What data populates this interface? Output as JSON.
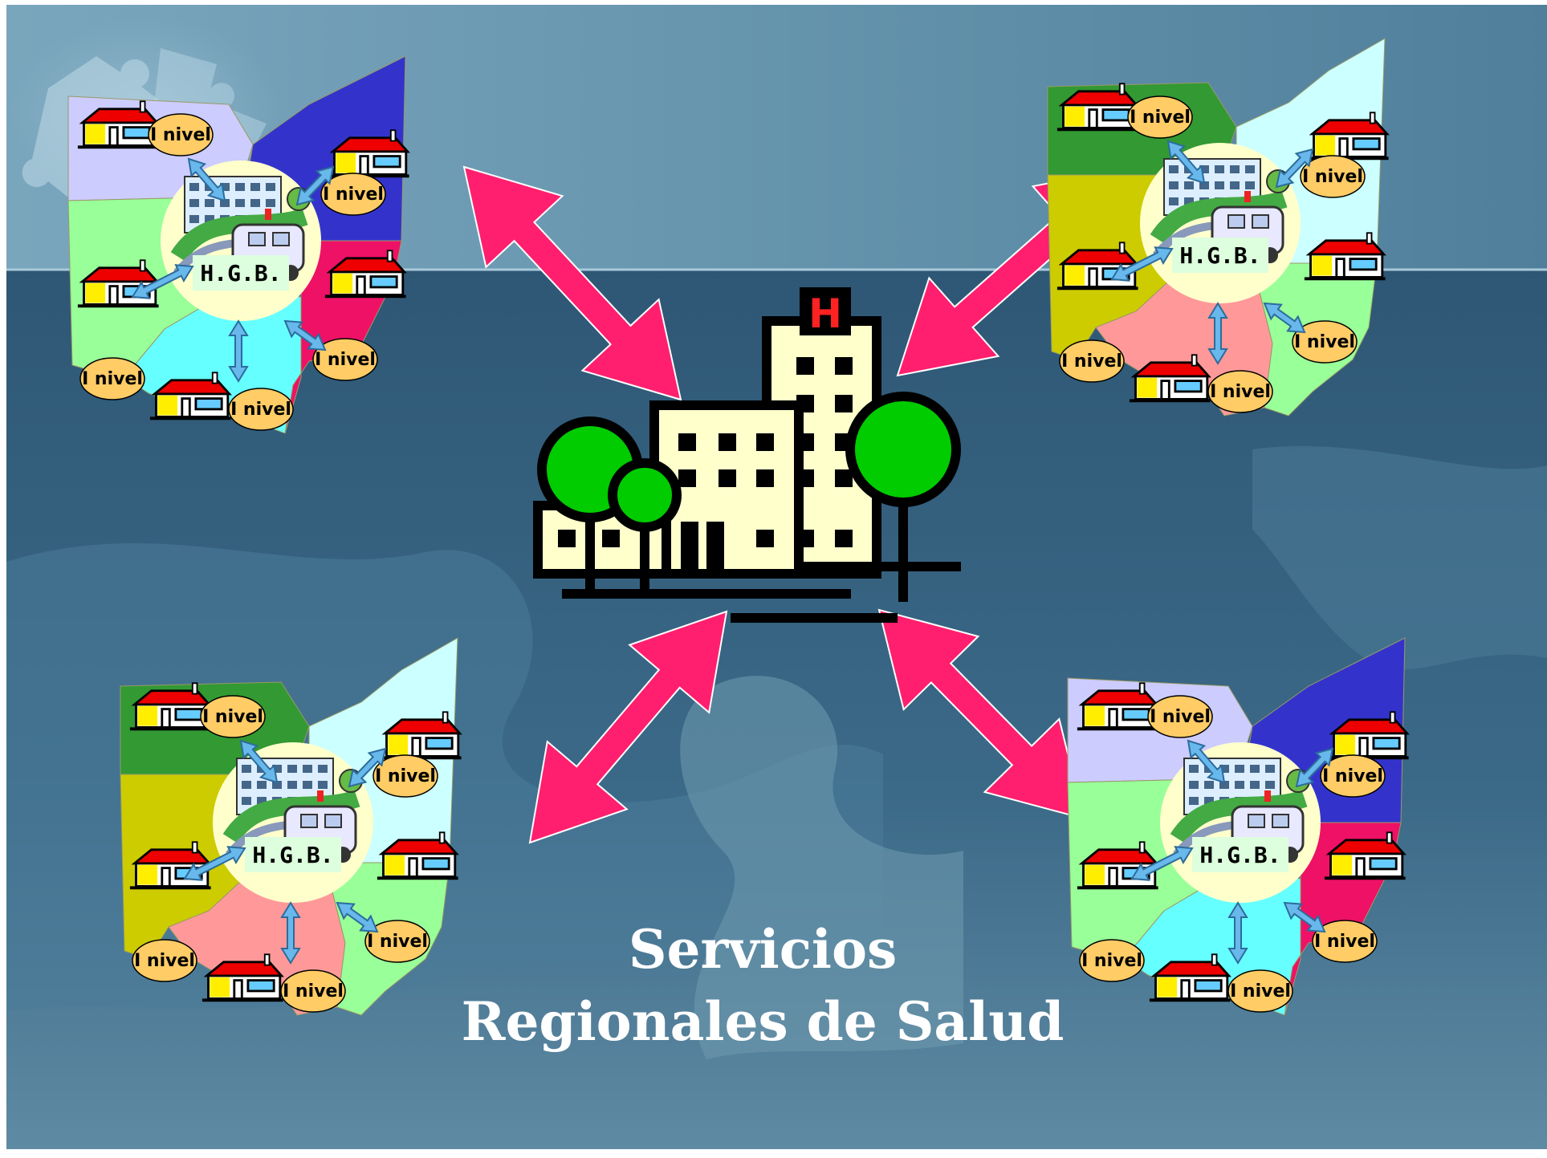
{
  "slide": {
    "title_line1": "Servicios",
    "title_line2": "Regionales de Salud"
  },
  "labels": {
    "primary_level": "I nivel",
    "hospital": "H.G.B.",
    "hospital_sign": "H"
  },
  "colors": {
    "background_top": "#6f9bb3",
    "background_bottom": "#2f5b79",
    "arrow_pink": "#ff1f6e",
    "connector_blue": "#68b8ec",
    "label_oval": "#ffcc66",
    "building_cream": "#ffffcc",
    "tree_green": "#00cc00"
  },
  "regions": [
    {
      "name": "region-top-left",
      "palette": [
        "#ccccff",
        "#3333cc",
        "#99ff99",
        "#66ffff",
        "#ee1166"
      ]
    },
    {
      "name": "region-top-right",
      "palette": [
        "#339933",
        "#ccffff",
        "#cccc00",
        "#ff9999",
        "#99ff99"
      ]
    },
    {
      "name": "region-bottom-left",
      "palette": [
        "#339933",
        "#ccffff",
        "#cccc00",
        "#ff9999",
        "#99ff99"
      ]
    },
    {
      "name": "region-bottom-right",
      "palette": [
        "#ccccff",
        "#3333cc",
        "#99ff99",
        "#66ffff",
        "#ee1166"
      ]
    }
  ]
}
